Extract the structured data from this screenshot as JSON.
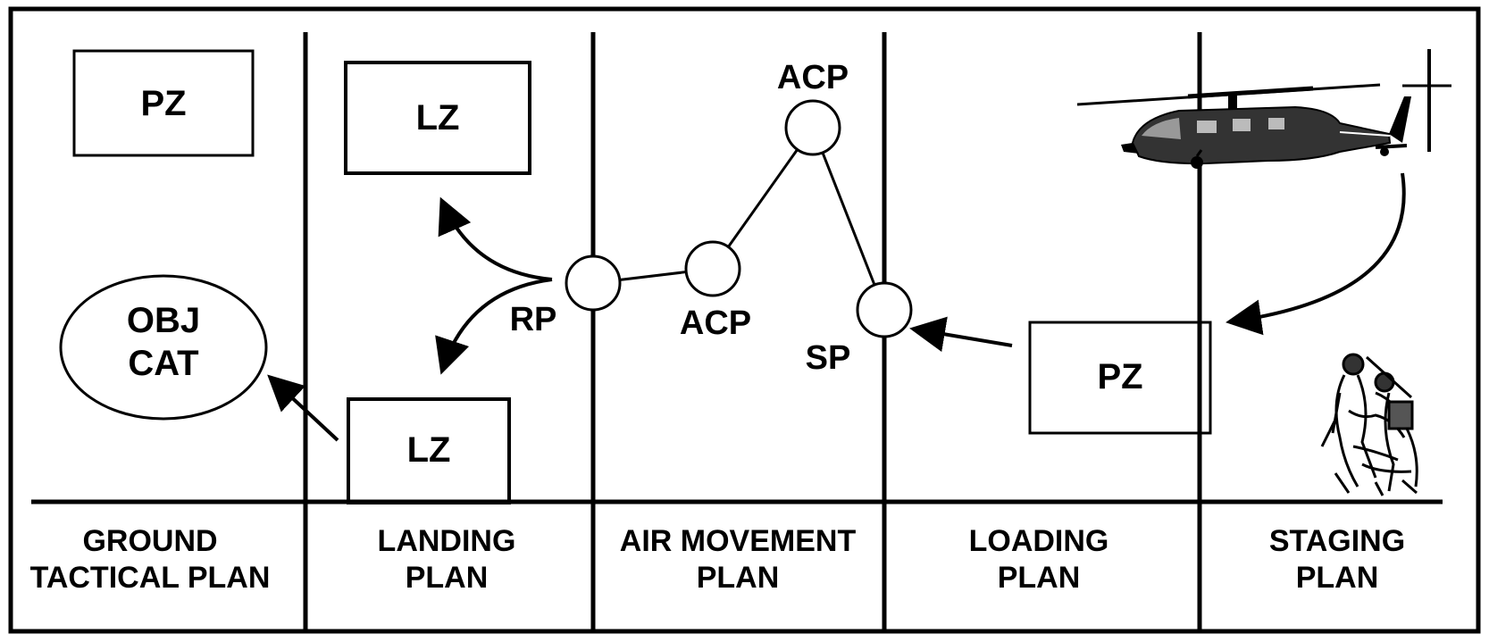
{
  "diagram": {
    "columns": [
      {
        "line1": "GROUND",
        "line2": "TACTICAL PLAN"
      },
      {
        "line1": "LANDING",
        "line2": "PLAN"
      },
      {
        "line1": "AIR MOVEMENT",
        "line2": "PLAN"
      },
      {
        "line1": "LOADING",
        "line2": "PLAN"
      },
      {
        "line1": "STAGING",
        "line2": "PLAN"
      }
    ],
    "boxes": {
      "pz_ground": "PZ",
      "lz_upper": "LZ",
      "lz_lower": "LZ",
      "pz_staging": "PZ"
    },
    "objective": {
      "line1": "OBJ",
      "line2": "CAT"
    },
    "points": {
      "rp": "RP",
      "acp_low": "ACP",
      "acp_high": "ACP",
      "sp": "SP"
    },
    "icons": {
      "helicopter": "helicopter-icon",
      "soldiers": "soldiers-icon"
    }
  }
}
